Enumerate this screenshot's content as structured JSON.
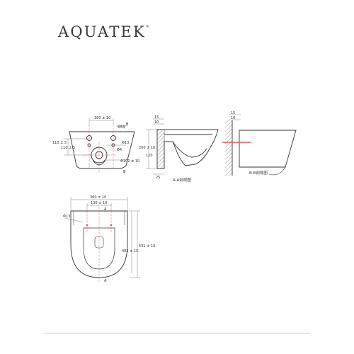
{
  "brand": {
    "name": "AQUATEK",
    "mark": "®"
  },
  "colors": {
    "line": "#333333",
    "dim": "#666666",
    "center": "#e05a5a",
    "hatch": "#777777"
  },
  "front_view": {
    "dims": {
      "d1": "180 ± 10",
      "d2": "Φ55",
      "d3": "Φ13",
      "d4": "Φ4",
      "d5": "Φ102 ± 10",
      "d6": "110 ± 5",
      "d7": "110 ± 5"
    },
    "section_marks": {
      "top": "B",
      "bottom": "B"
    }
  },
  "section_a": {
    "dims": {
      "d1": "15",
      "d2": "10",
      "d3": "200 ± 10",
      "d4": "120",
      "d5": "25"
    },
    "caption": "A-A剖视图"
  },
  "section_b": {
    "dims": {
      "d1": "15",
      "d2": "10"
    },
    "caption": "B-B剖视图"
  },
  "top_view": {
    "dims": {
      "width": "360 ± 10",
      "holes": "130 ± 10",
      "hole_dia": "Φ13",
      "length": "531 ± 10",
      "inner": "493 ± 15"
    },
    "section_marks": {
      "top": "A",
      "bottom": "A"
    }
  }
}
